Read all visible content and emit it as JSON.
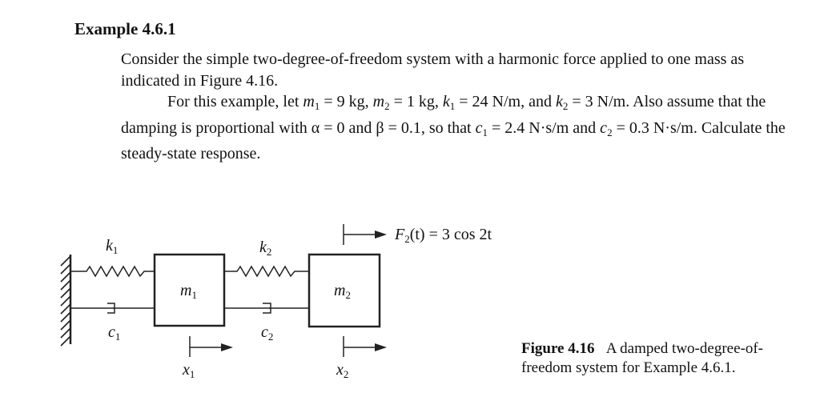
{
  "example": {
    "heading": "Example 4.6.1",
    "para1": "Consider the simple two-degree-of-freedom system with a harmonic force applied to one mass as indicated in Figure 4.16.",
    "para2": {
      "t1": "For this example, let ",
      "m1": "m",
      "m1sub": "1",
      "t2": " = 9 kg, ",
      "m2": "m",
      "m2sub": "2",
      "t3": " = 1 kg, ",
      "k1": "k",
      "k1sub": "1",
      "t4": " = 24 N/m, and ",
      "k2": "k",
      "k2sub": "2",
      "t5": " = 3 N/m. Also assume that the damping is proportional with α = 0 and β = 0.1, so that ",
      "c1": "c",
      "c1sub": "1",
      "t6": " = 2.4 N·s/m and ",
      "c2": "c",
      "c2sub": "2",
      "t7": " = 0.3 N·s/m. Calculate the steady-state response."
    }
  },
  "figure": {
    "labels": {
      "k1": "k",
      "k1sub": "1",
      "k2": "k",
      "k2sub": "2",
      "c1": "c",
      "c1sub": "1",
      "c2": "c",
      "c2sub": "2",
      "m1": "m",
      "m1sub": "1",
      "m2": "m",
      "m2sub": "2",
      "x1": "x",
      "x1sub": "1",
      "x2": "x",
      "x2sub": "2",
      "force_F": "F",
      "force_sub": "2",
      "force_rest": "(t) = 3 cos 2t"
    },
    "caption": {
      "number": "Figure 4.16",
      "text": "A damped two-degree-of-freedom system for Example 4.6.1."
    }
  }
}
